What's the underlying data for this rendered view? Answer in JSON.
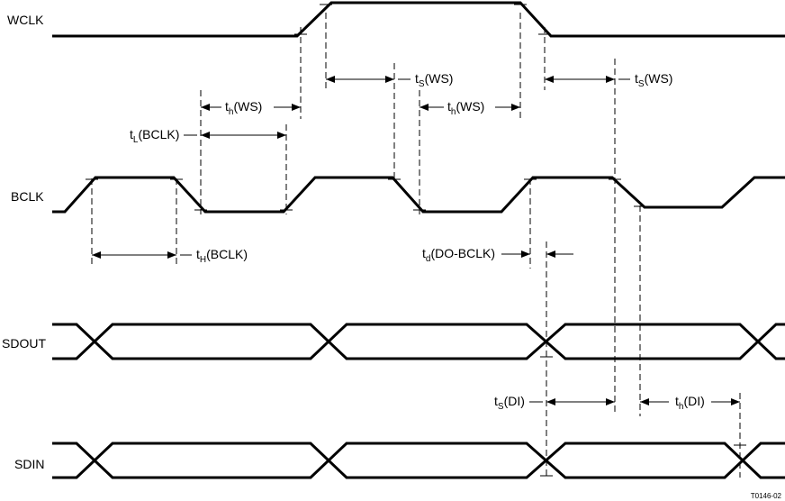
{
  "signals": {
    "wclk": "WCLK",
    "bclk": "BCLK",
    "sdout": "SDOUT",
    "sdin": "SDIN"
  },
  "timing": {
    "th_ws_1": {
      "t": "t",
      "s": "h",
      "p": "(WS)"
    },
    "ts_ws_1": {
      "t": "t",
      "s": "S",
      "p": "(WS)"
    },
    "tl_bclk": {
      "t": "t",
      "s": "L",
      "p": "(BCLK)"
    },
    "th_ws_2": {
      "t": "t",
      "s": "h",
      "p": "(WS)"
    },
    "ts_ws_2": {
      "t": "t",
      "s": "S",
      "p": "(WS)"
    },
    "th_bclk": {
      "t": "t",
      "s": "H",
      "p": "(BCLK)"
    },
    "td_do_bclk": {
      "t": "t",
      "s": "d",
      "p": "(DO-BCLK)"
    },
    "ts_di": {
      "t": "t",
      "s": "S",
      "p": "(DI)"
    },
    "th_di": {
      "t": "t",
      "s": "h",
      "p": "(DI)"
    }
  },
  "figure_code": "T0146-02"
}
